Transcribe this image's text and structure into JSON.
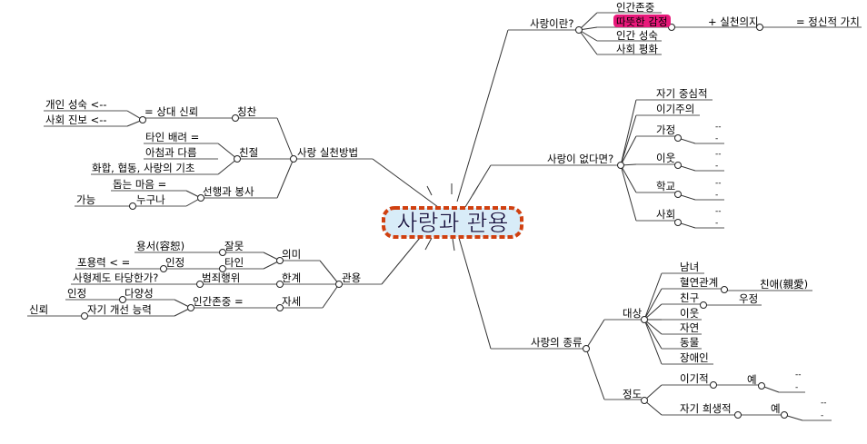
{
  "center": {
    "label": "사랑과 관용",
    "fill": "#d8ecf8",
    "border": "#d04010"
  },
  "highlight_color": "#e8187a",
  "what_is_love": {
    "label": "사랑이란?",
    "children": [
      "인간존중",
      "따뜻한 감정",
      "인간 성숙",
      "사회 평화"
    ],
    "chain": [
      "+ 실천의지",
      "= 정신적 가치"
    ]
  },
  "without_love": {
    "label": "사랑이 없다면?",
    "children": [
      "자기 중심적",
      "이기주의",
      "가정",
      "이웃",
      "학교",
      "사회"
    ],
    "dash_a": "--",
    "dash_b": "-"
  },
  "kinds": {
    "label": "사랑의 종류",
    "target": {
      "label": "대상",
      "children": [
        "남녀",
        "혈연관계",
        "친구",
        "이웃",
        "자연",
        "동물",
        "장애인"
      ],
      "kin_sub": "친애(親愛)",
      "friend_sub": "우정"
    },
    "degree": {
      "label": "정도",
      "children": [
        "이기적",
        "자기 희생적"
      ],
      "example": "예"
    }
  },
  "practice": {
    "label": "사랑 실천방법",
    "praise": {
      "label": "칭찬",
      "sub": "= 상대 신뢰",
      "leaves": [
        "개인 성숙 <--",
        "사회 진보 <--"
      ]
    },
    "kindness": {
      "label": "친절",
      "leaves": [
        "타인 배려 =",
        "아첨과 다름",
        "화합, 협동, 사랑의 기초"
      ]
    },
    "service": {
      "label": "선행과 봉사",
      "leaves": [
        "돕는 마음 =",
        "누구나"
      ],
      "possible": "가능"
    }
  },
  "tolerance": {
    "label": "관용",
    "meaning": {
      "label": "의미",
      "wrong": "잘못",
      "forgive": "용서(容恕)",
      "others": "타인",
      "recognize": "인정",
      "capacity": "포용력 < ="
    },
    "limit": {
      "label": "한계",
      "crime": "범죄행위",
      "question": "사형제도 타당한가?"
    },
    "attitude": {
      "label": "자세",
      "respect": "인간존중 =",
      "diversity": "다양성",
      "recognize": "인정",
      "improve": "자기 개선 능력",
      "trust": "신뢰"
    }
  }
}
